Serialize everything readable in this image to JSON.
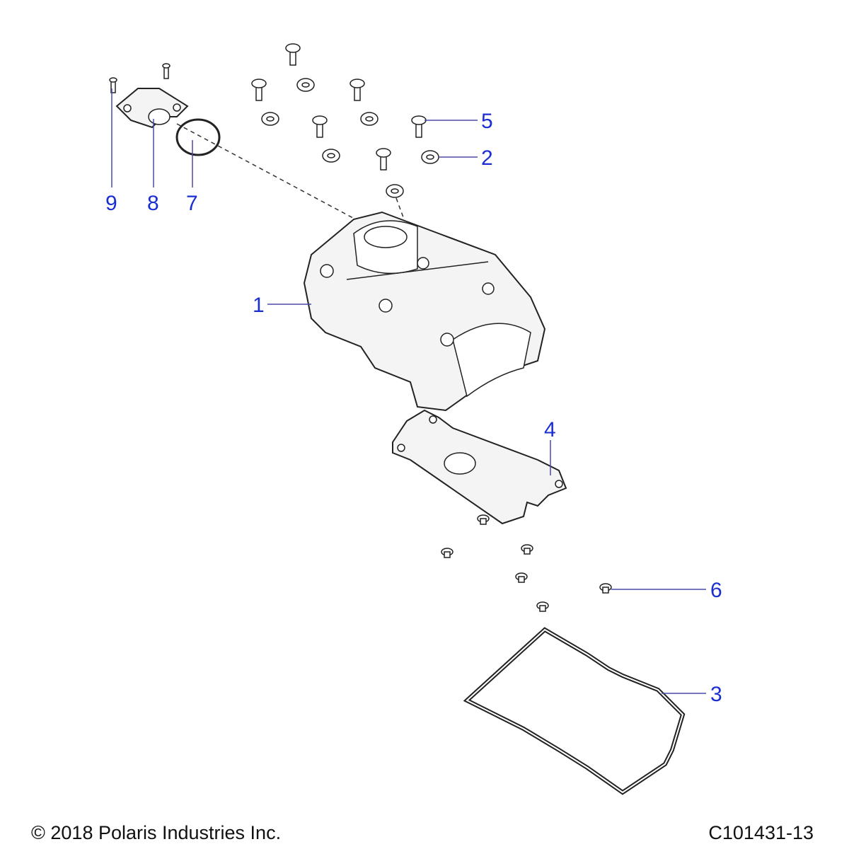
{
  "callouts": {
    "c1": "1",
    "c2": "2",
    "c3": "3",
    "c4": "4",
    "c5": "5",
    "c6": "6",
    "c7": "7",
    "c8": "8",
    "c9": "9"
  },
  "footer": {
    "copyright": "© 2018 Polaris Industries Inc.",
    "drawing_id": "C101431-13"
  },
  "colors": {
    "callout": "#1b2fd0",
    "leader": "#4a4aa8"
  }
}
